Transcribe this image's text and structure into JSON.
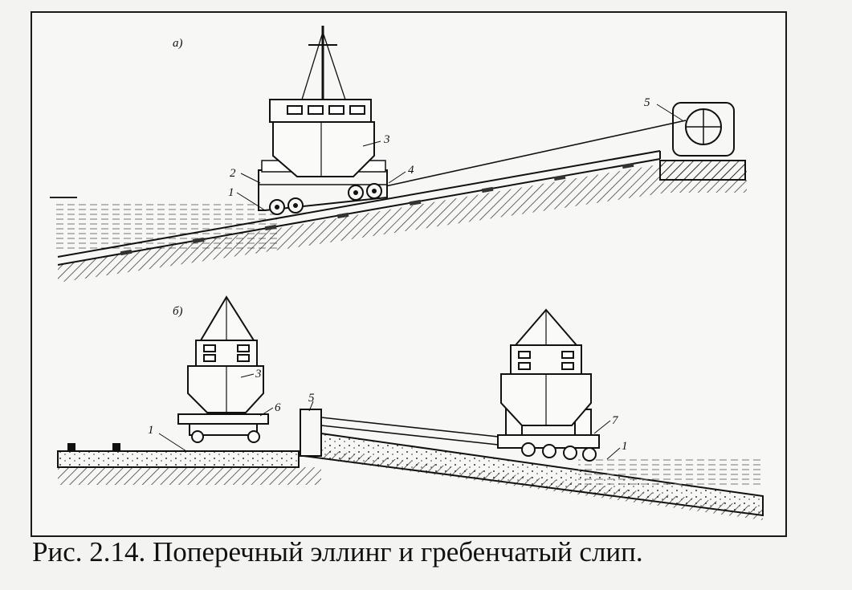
{
  "figure": {
    "panel_a_label": "а)",
    "panel_b_label": "б)",
    "labels_a": [
      "1",
      "2",
      "3",
      "4",
      "5"
    ],
    "labels_b": [
      "1",
      "3",
      "6",
      "5",
      "7",
      "1"
    ]
  },
  "caption": "Рис. 2.14. Поперечный эллинг и гребенчатый слип."
}
